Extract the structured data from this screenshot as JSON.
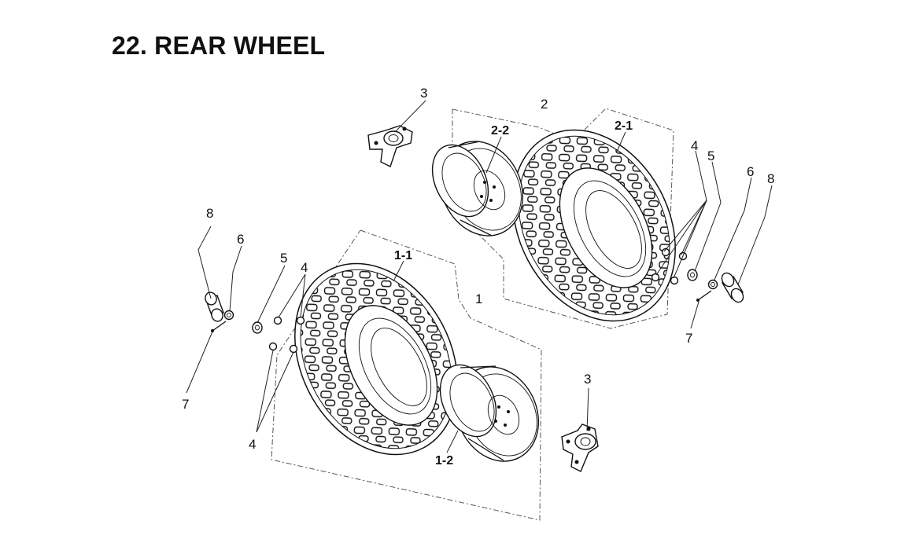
{
  "title": "22. REAR WHEEL",
  "callouts": {
    "tire_right_label": "2-1",
    "rim_right_label": "2-2",
    "assembly_right_label": "2",
    "hub_right_label": "3",
    "nuts_right_label": "4",
    "washer_right_label": "5",
    "nut_right_label": "6",
    "pin_right_label": "7",
    "cap_right_label": "8",
    "tire_left_label": "1-1",
    "rim_left_label": "1-2",
    "assembly_left_label": "1",
    "hub_left_label": "3",
    "nuts_left_upper_label": "4",
    "nuts_left_lower_label": "4",
    "washer_left_label": "5",
    "nut_left_label": "6",
    "pin_left_label": "7",
    "cap_left_label": "8"
  }
}
